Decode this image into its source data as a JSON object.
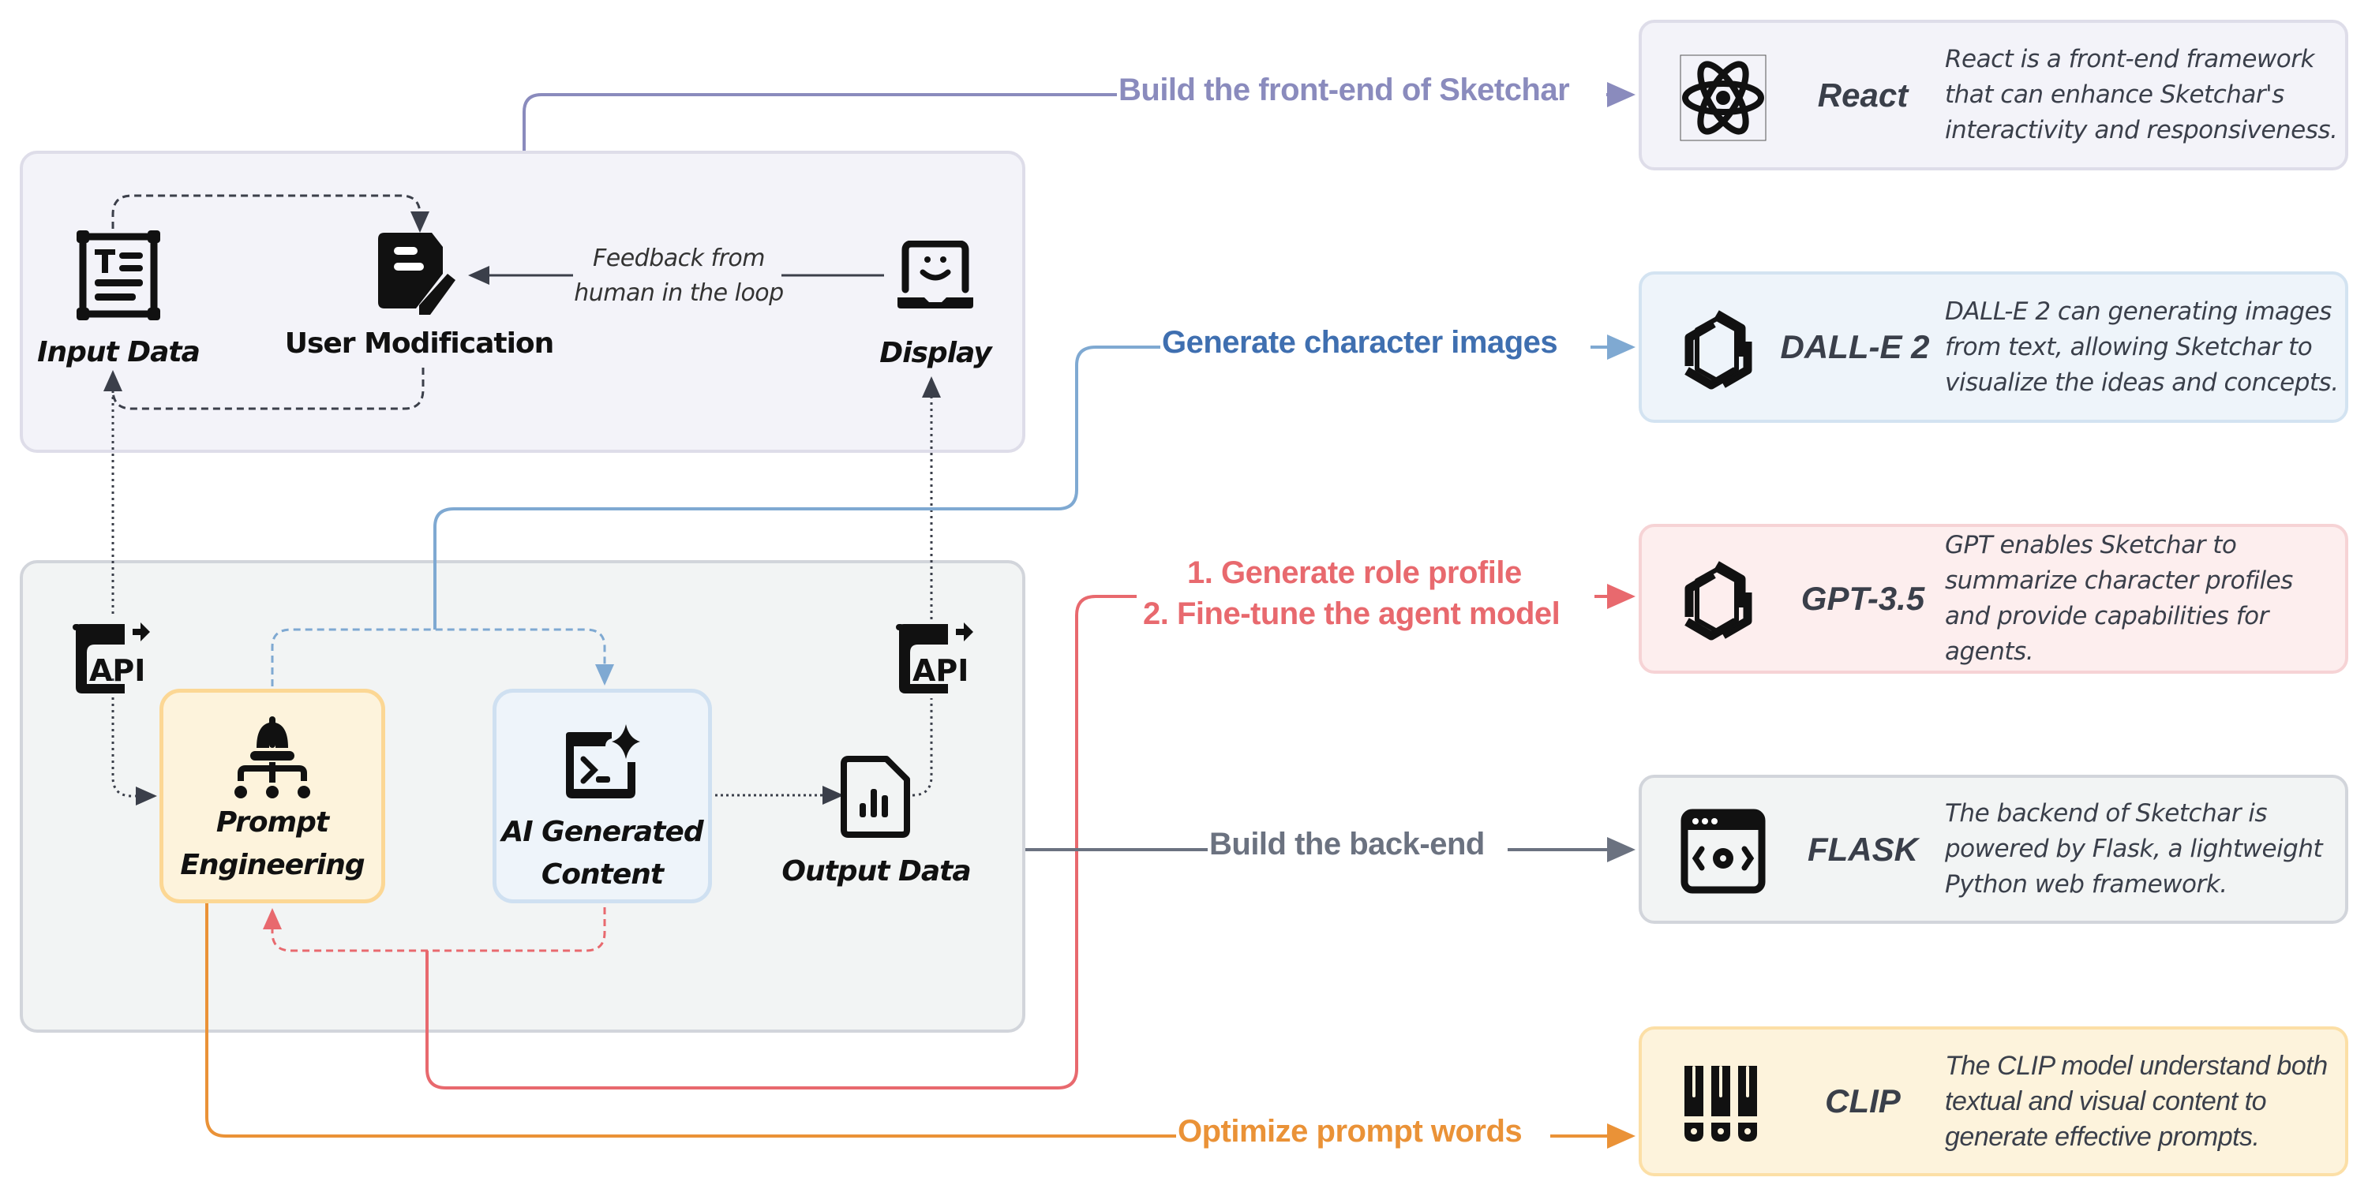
{
  "colors": {
    "frontend": "#8a8bbd",
    "images": "#3f6fb0",
    "images_line": "#7fa9d2",
    "gpt": "#e8696e",
    "backend": "#6b7280",
    "prompt": "#ea9237",
    "flow": "#3b3f4a"
  },
  "top_panel": {
    "input_data": {
      "label": "Input Data",
      "icon": "text-document-icon"
    },
    "user_modification": {
      "label": "User Modification",
      "icon": "edit-document-icon"
    },
    "display": {
      "label": "Display",
      "icon": "laptop-smile-icon"
    },
    "feedback": {
      "line1": "Feedback from",
      "line2": "human in the loop"
    }
  },
  "bottom_panel": {
    "api_left": {
      "icon": "api-icon"
    },
    "api_right": {
      "icon": "api-icon"
    },
    "prompt_engineering": {
      "line1": "Prompt",
      "line2": "Engineering",
      "icon": "hierarchy-icon"
    },
    "ai_generated_content": {
      "line1": "AI Generated",
      "line2": "Content",
      "icon": "terminal-sparkle-icon"
    },
    "output_data": {
      "label": "Output Data",
      "icon": "chart-file-icon"
    }
  },
  "edges": {
    "frontend": "Build the front-end of Sketchar",
    "images": "Generate character images",
    "gpt_line1": "1. Generate role profile",
    "gpt_line2": "2. Fine-tune the agent model",
    "backend": "Build the back-end",
    "prompt": "Optimize prompt words"
  },
  "cards": [
    {
      "name": "React",
      "icon": "react-atom-icon",
      "desc": "React is a front-end framework that can enhance Sketchar's interactivity and responsiveness."
    },
    {
      "name": "DALL-E 2",
      "icon": "openai-icon",
      "desc": "DALL-E 2 can generating images from text, allowing Sketchar to visualize the ideas and concepts."
    },
    {
      "name": "GPT-3.5",
      "icon": "openai-icon",
      "desc": "GPT enables Sketchar to summarize character profiles and provide capabilities for agents."
    },
    {
      "name": "FLASK",
      "icon": "browser-code-icon",
      "desc": "The backend of Sketchar is powered by Flask, a lightweight Python web framework."
    },
    {
      "name": "CLIP",
      "icon": "clip-model-icon",
      "desc": "The CLIP model understand both textual and visual content to generate effective prompts."
    }
  ]
}
